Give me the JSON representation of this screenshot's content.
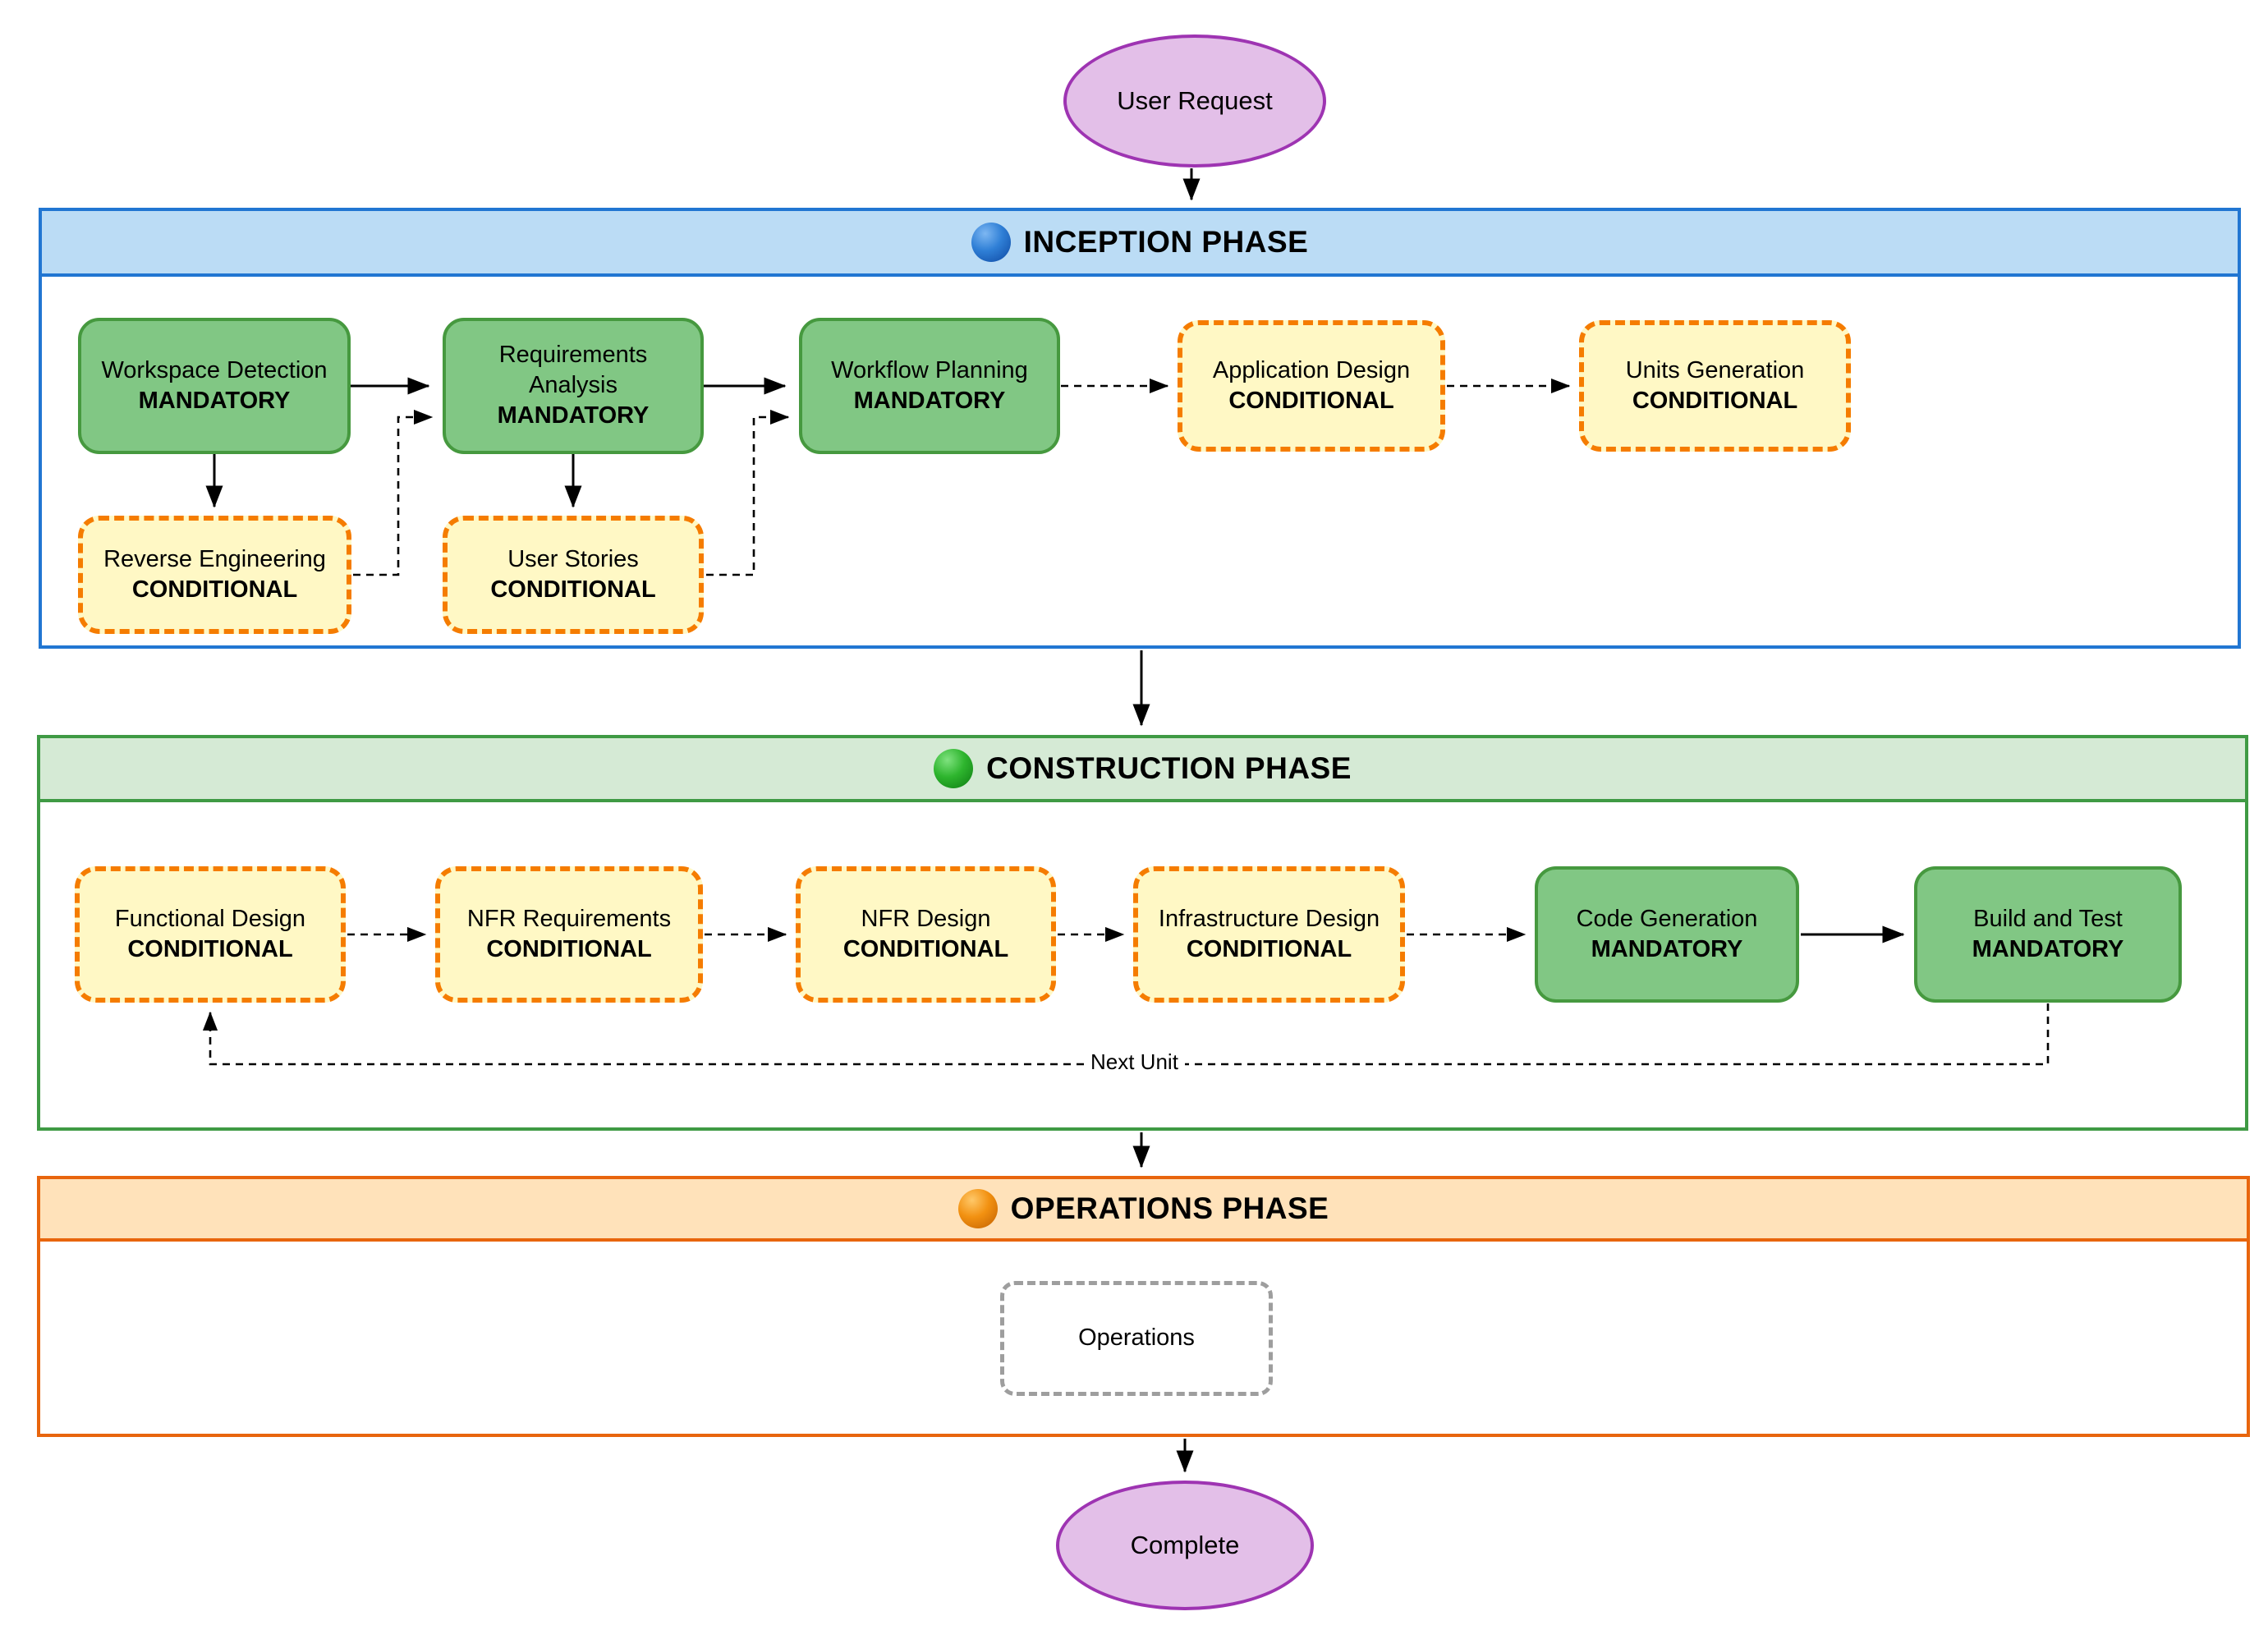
{
  "flow": {
    "start": {
      "label": "User Request"
    },
    "end": {
      "label": "Complete"
    },
    "next_unit_label": "Next Unit"
  },
  "phases": {
    "inception": {
      "title": "INCEPTION PHASE",
      "dot": "blue-circle-icon"
    },
    "construction": {
      "title": "CONSTRUCTION PHASE",
      "dot": "green-circle-icon"
    },
    "operations": {
      "title": "OPERATIONS PHASE",
      "dot": "orange-circle-icon"
    }
  },
  "nodes": {
    "workspace_detection": {
      "label": "Workspace Detection",
      "badge": "MANDATORY"
    },
    "requirements_analysis": {
      "label": "Requirements Analysis",
      "badge": "MANDATORY"
    },
    "workflow_planning": {
      "label": "Workflow Planning",
      "badge": "MANDATORY"
    },
    "application_design": {
      "label": "Application Design",
      "badge": "CONDITIONAL"
    },
    "units_generation": {
      "label": "Units Generation",
      "badge": "CONDITIONAL"
    },
    "reverse_engineering": {
      "label": "Reverse Engineering",
      "badge": "CONDITIONAL"
    },
    "user_stories": {
      "label": "User Stories",
      "badge": "CONDITIONAL"
    },
    "functional_design": {
      "label": "Functional Design",
      "badge": "CONDITIONAL"
    },
    "nfr_requirements": {
      "label": "NFR Requirements",
      "badge": "CONDITIONAL"
    },
    "nfr_design": {
      "label": "NFR Design",
      "badge": "CONDITIONAL"
    },
    "infrastructure_design": {
      "label": "Infrastructure Design",
      "badge": "CONDITIONAL"
    },
    "code_generation": {
      "label": "Code Generation",
      "badge": "MANDATORY"
    },
    "build_and_test": {
      "label": "Build and Test",
      "badge": "MANDATORY"
    },
    "operations": {
      "label": "Operations"
    }
  },
  "colors": {
    "mandatory_fill": "#81c784",
    "mandatory_border": "#46993f",
    "conditional_fill": "#fff8c5",
    "conditional_border": "#f57c00",
    "inception_band": "#bbdcf5",
    "inception_border": "#2176d2",
    "construction_band": "#d5ead5",
    "construction_border": "#3f9a44",
    "operations_band": "#ffe2ba",
    "operations_border": "#e8650d",
    "terminal_fill": "#e3bfe8",
    "terminal_border": "#9e34b2",
    "operations_node_border": "#9e9e9e"
  }
}
